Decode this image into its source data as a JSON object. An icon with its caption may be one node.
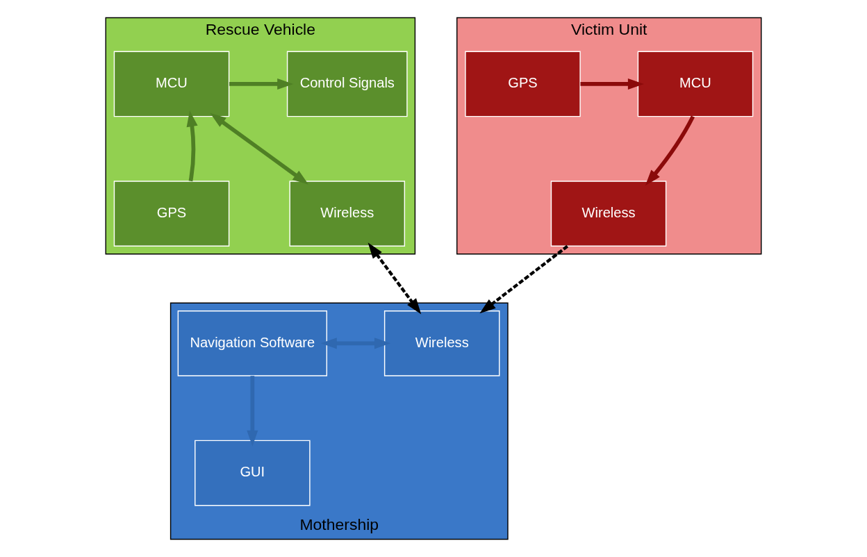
{
  "diagram": {
    "nodes": [
      {
        "text": [
          "Rescue Vehicle"
        ]
      },
      {
        "text": [
          "MCU"
        ],
        "in": 0
      },
      {
        "text": [
          "Control Signals"
        ],
        "in": 0
      },
      {
        "text": [
          "GPS"
        ],
        "in": 0
      },
      {
        "text": [
          "Wireless"
        ],
        "in": 0
      },
      {
        "text": [
          "Victim Unit"
        ]
      },
      {
        "text": [
          "GPS"
        ],
        "in": 5
      },
      {
        "text": [
          "MCU"
        ],
        "in": 5
      },
      {
        "text": [
          "Wireless"
        ],
        "in": 5
      },
      {
        "text": [
          "Mothership"
        ]
      },
      {
        "text": [
          "Navigation Software"
        ],
        "in": 9
      },
      {
        "text": [
          "Wireless"
        ],
        "in": 9
      },
      {
        "text": [
          "GUI"
        ],
        "in": 9
      }
    ],
    "edges": [
      {
        "from": 1,
        "to": 2,
        "arrow": "to",
        "color": "#4f7f25"
      },
      {
        "from": 3,
        "to": 1,
        "arrow": "to",
        "color": "#4f7f25"
      },
      {
        "from": 1,
        "to": 4,
        "arrow": "both",
        "color": "#4f7f25"
      },
      {
        "from": 4,
        "to": 11,
        "arrow": "both",
        "style": "dashed",
        "color": "#000000"
      },
      {
        "from": 6,
        "to": 7,
        "arrow": "to",
        "color": "#8b0a0a"
      },
      {
        "from": 7,
        "to": 8,
        "arrow": "to",
        "color": "#8b0a0a"
      },
      {
        "from": 8,
        "to": 11,
        "arrow": "to",
        "style": "dashed",
        "color": "#000000"
      },
      {
        "from": 10,
        "to": 11,
        "arrow": "both",
        "color": "#2f68b0"
      },
      {
        "from": 10,
        "to": 12,
        "arrow": "to",
        "color": "#2f68b0"
      }
    ]
  }
}
